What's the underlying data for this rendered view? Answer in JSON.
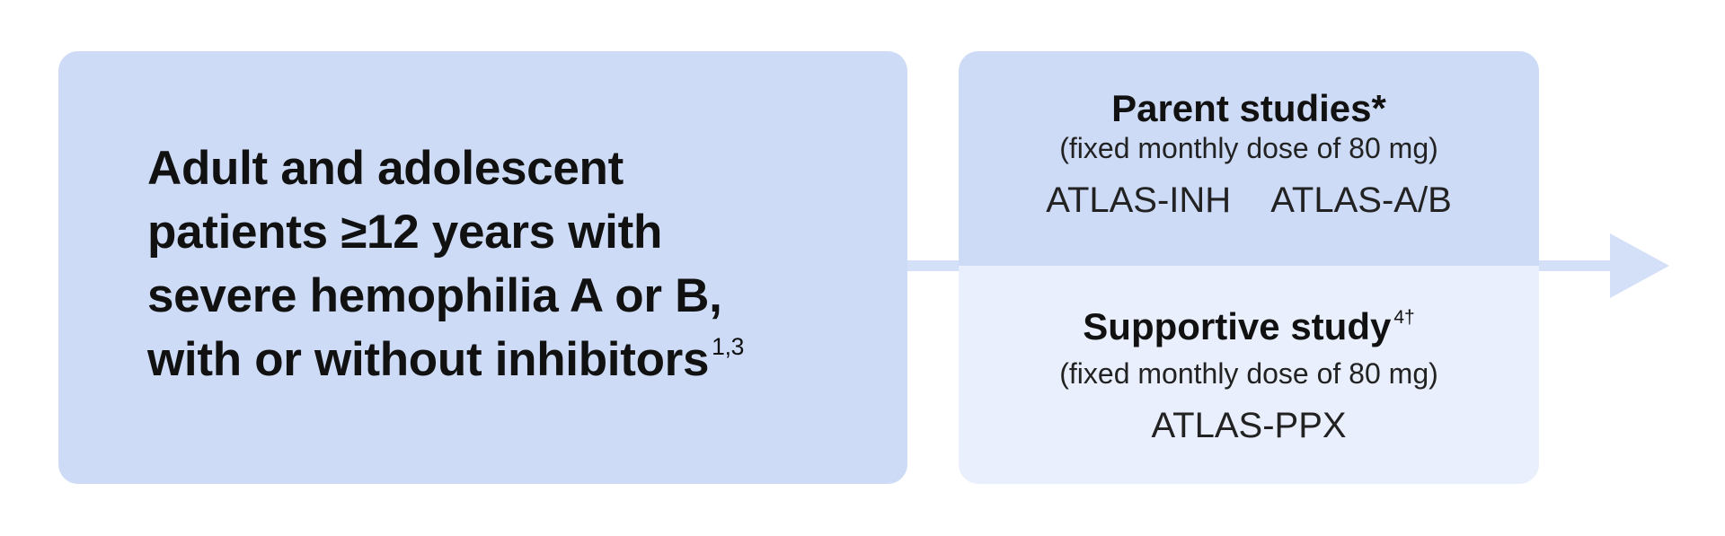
{
  "population": {
    "lines": [
      "Adult and adolescent",
      "patients ≥12 years with",
      "severe hemophilia A or B,",
      "with or without inhibitors"
    ],
    "superscript": "1,3"
  },
  "parent_studies": {
    "title": "Parent studies",
    "title_marker": "*",
    "subtitle": "(fixed monthly dose of 80 mg)",
    "studies": [
      "ATLAS-INH",
      "ATLAS-A/B"
    ]
  },
  "supportive_study": {
    "title": "Supportive study",
    "superscript": "4†",
    "subtitle": "(fixed monthly dose of 80 mg)",
    "studies": [
      "ATLAS-PPX"
    ]
  },
  "colors": {
    "box_primary": "#cddbf6",
    "box_light": "#e9effc",
    "arrow": "#d4e0f7",
    "text": "#111111"
  }
}
